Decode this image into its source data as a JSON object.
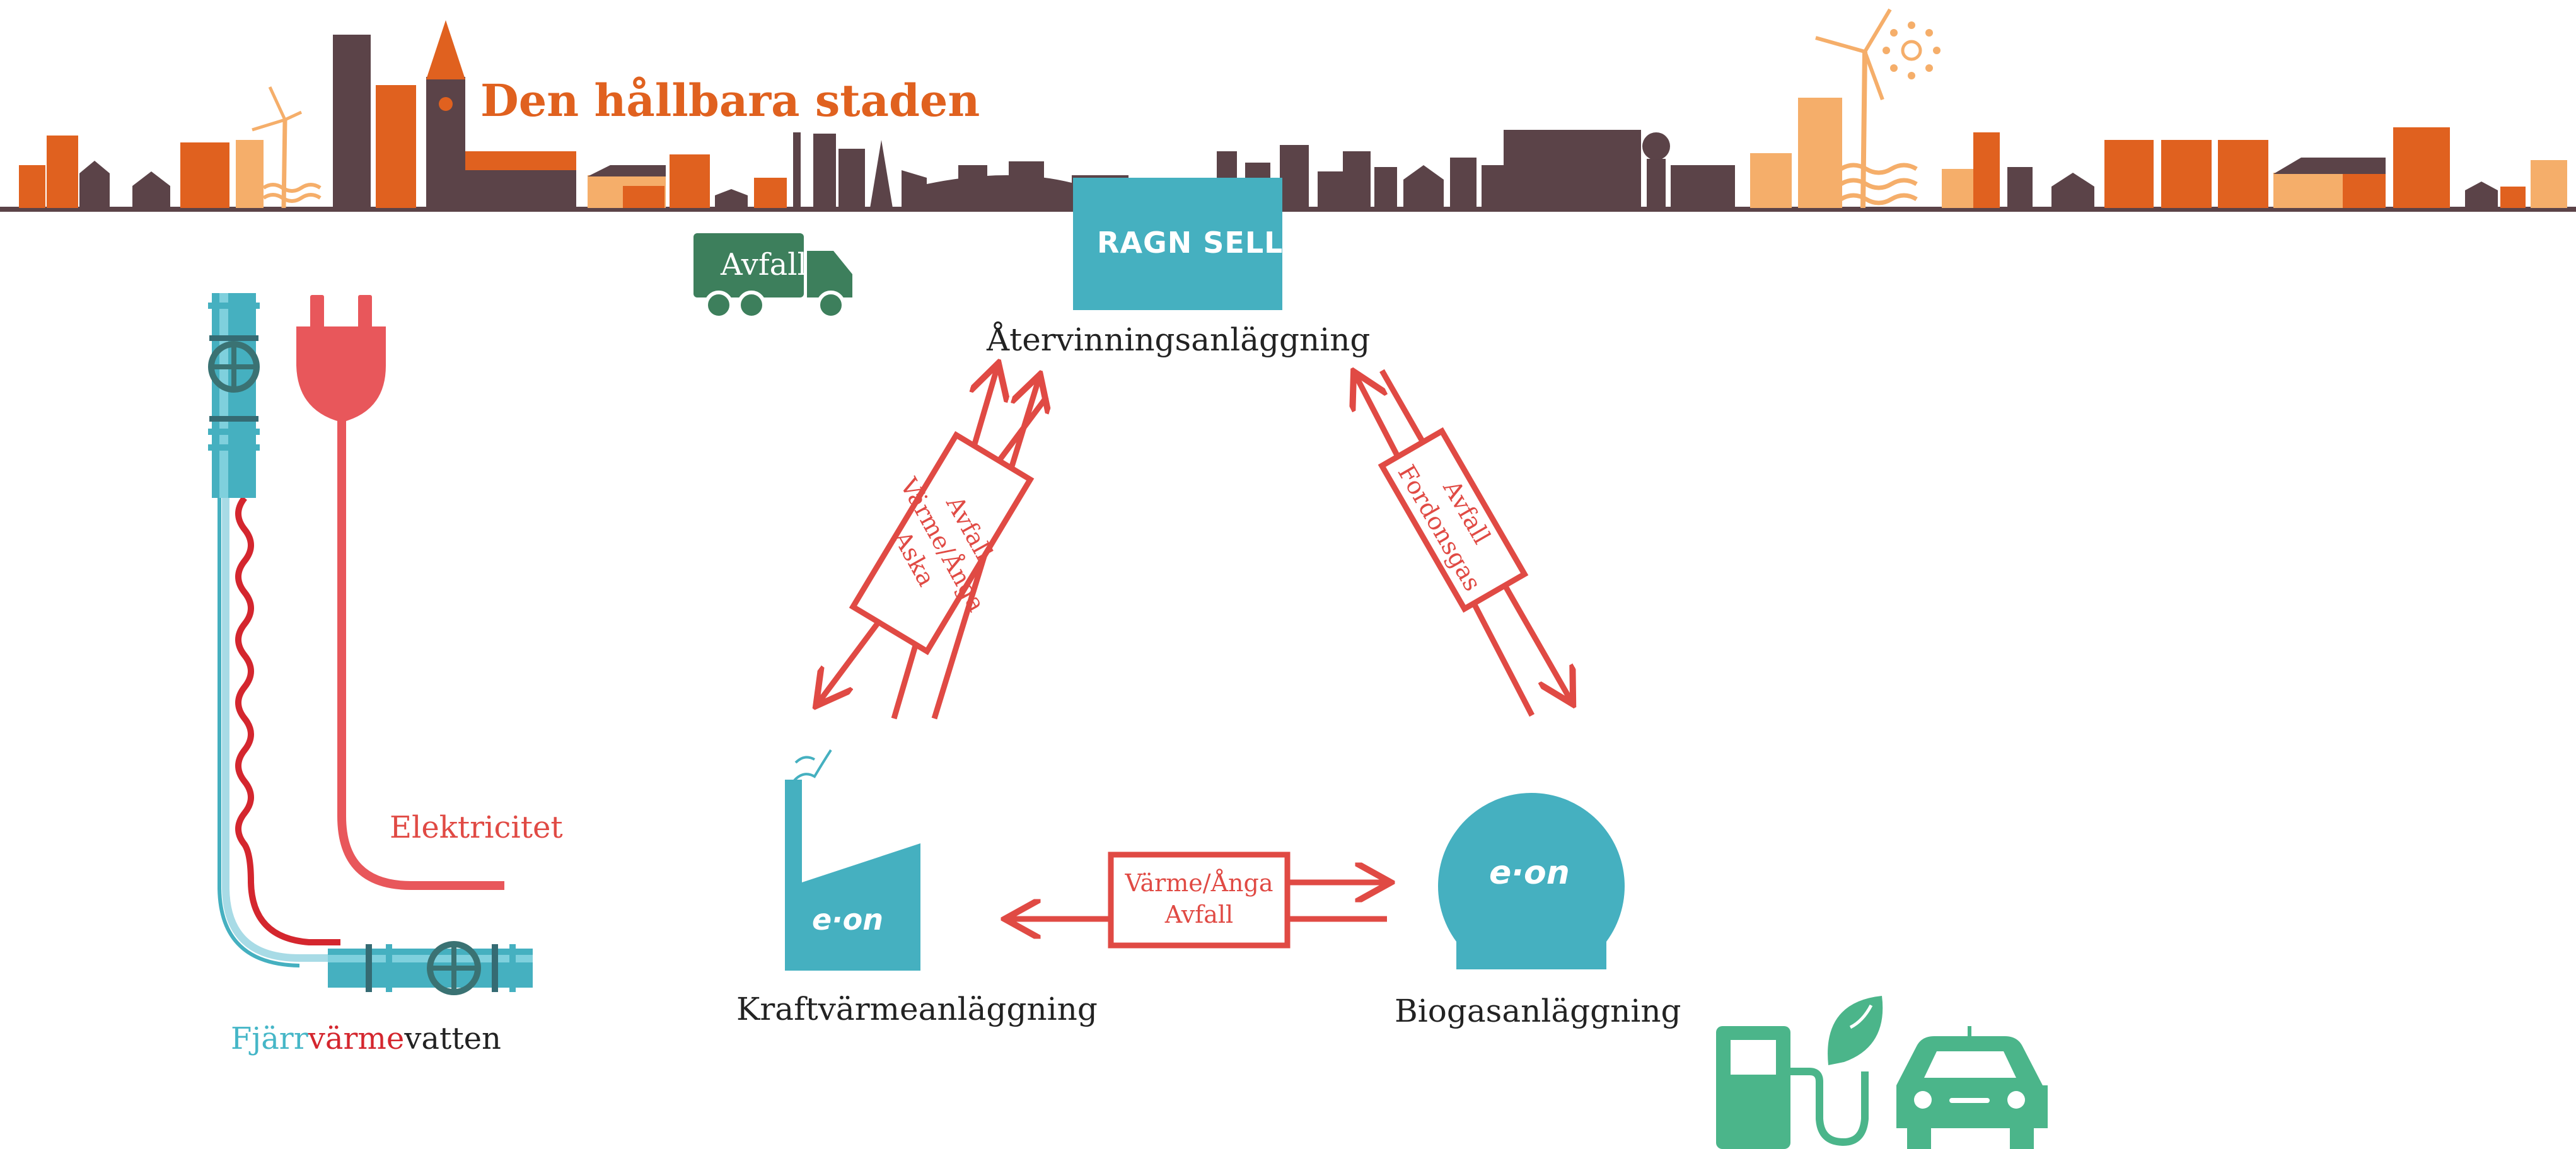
{
  "header": {
    "title": "Den hållbara staden"
  },
  "truck": {
    "label": "Avfall"
  },
  "logo": {
    "label": "RAGN SELLS"
  },
  "nodes": {
    "recycling": {
      "label": "Återvinningsanläggning"
    },
    "chp": {
      "label": "Kraftvärmeanläggning"
    },
    "biogas": {
      "label": "Biogasanläggning"
    }
  },
  "flows": {
    "recycling_chp": {
      "line1": "Avfall",
      "line2": "Värme/Ånga",
      "line3": "Aska"
    },
    "recycling_biogas": {
      "line1": "Avfall",
      "line2": "Fordonsgas"
    },
    "chp_biogas": {
      "line1": "Värme/Ånga",
      "line2": "Avfall"
    }
  },
  "eon": {
    "label": "e·on"
  },
  "utilities": {
    "electricity": "Elektricitet",
    "district_heating": {
      "part1": "Fjärr",
      "part2": "värme",
      "part3": "vatten"
    }
  },
  "colors": {
    "orange": "#e0611f",
    "light_orange": "#f5ae6a",
    "brown": "#5b4348",
    "teal": "#45b0c0",
    "red": "#e04a44",
    "green": "#3d7f5c",
    "mint": "#4bb58a"
  }
}
